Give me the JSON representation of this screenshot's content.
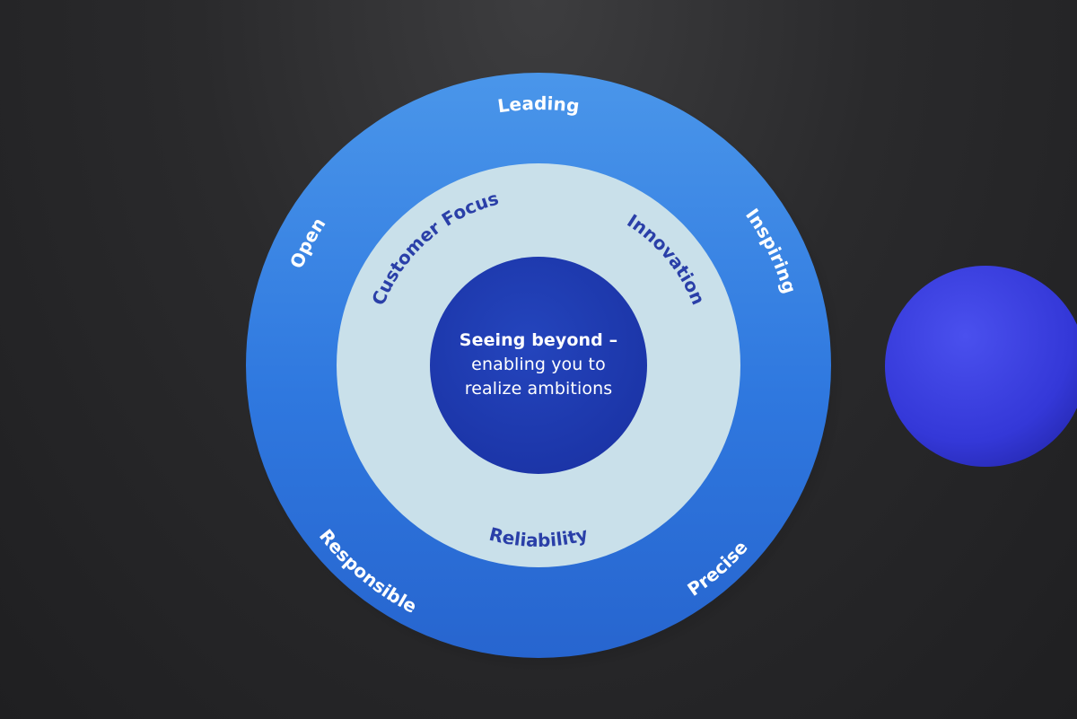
{
  "diagram": {
    "outer_ring": {
      "color": "#2f7ae0",
      "labels": [
        "Leading",
        "Inspiring",
        "Precise",
        "Responsible",
        "Open"
      ]
    },
    "middle_ring": {
      "color": "#c9e0ea",
      "text_color": "#2a3fa8",
      "labels": [
        "Customer Focus",
        "Innovation",
        "Reliability"
      ]
    },
    "core": {
      "color": "#1e3bb0",
      "headline": "Seeing beyond –",
      "line2": "enabling you to",
      "line3": "realize ambitions"
    },
    "sphere": {
      "color": "#3a3ee0"
    }
  }
}
